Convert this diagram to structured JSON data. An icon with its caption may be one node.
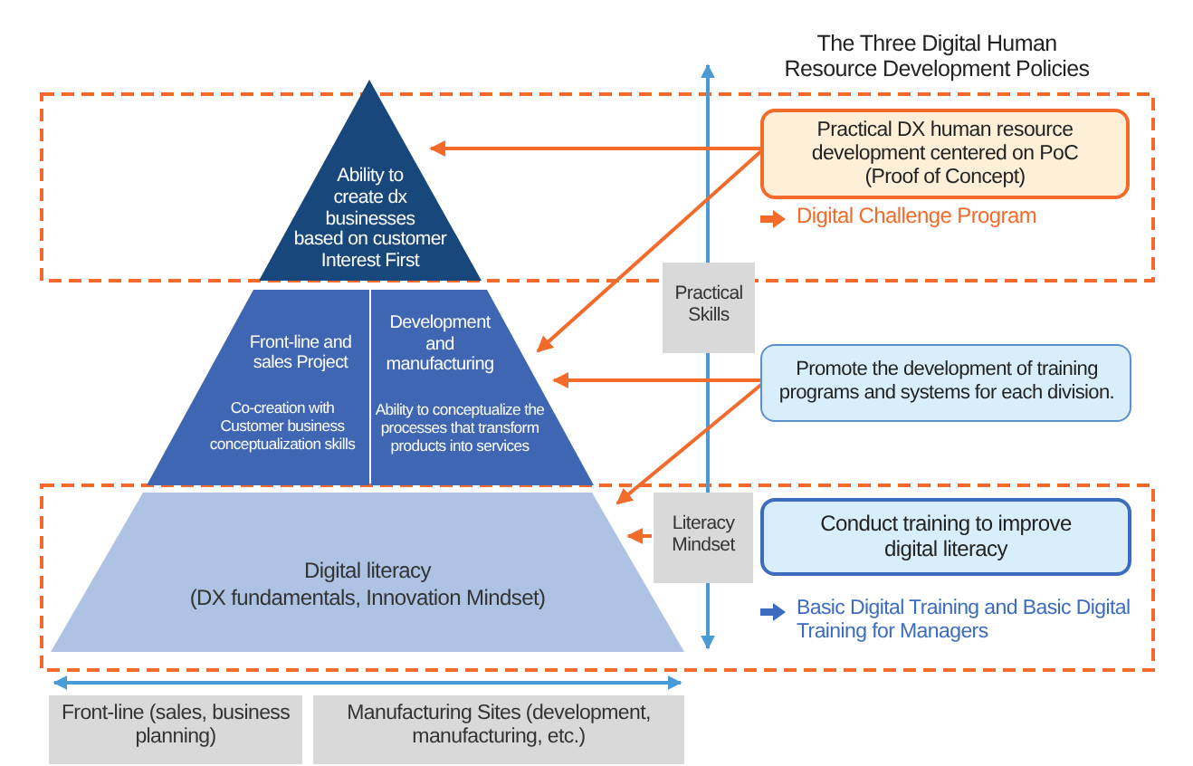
{
  "diagram": {
    "title": "The Three Digital Human Resource Development Policies",
    "nodes": [
      {
        "text": [
          "Ability to create dx businesses based on customer Interest First"
        ]
      },
      {
        "text": [
          "Front-line and sales Project",
          "Co-creation with Customer business conceptualization skills"
        ]
      },
      {
        "text": [
          "Development and manufacturing",
          "Ability to conceptualize the processes that transform products into services"
        ]
      },
      {
        "text": [
          "Digital literacy",
          "(DX fundamentals, Innovation Mindset)"
        ]
      },
      {
        "text": [
          "Practical DX human resource development centered on PoC (Proof of Concept)"
        ],
        "beside": [
          "Digital Challenge Program"
        ]
      },
      {
        "text": [
          "Promote the development of training programs and systems for each division."
        ]
      },
      {
        "text": [
          "Conduct training to improve digital literacy"
        ],
        "beside": [
          "Basic Digital Training and Basic Digital Training for Managers"
        ]
      },
      {
        "text": [
          "Practical Skills"
        ]
      },
      {
        "text": [
          "Literacy Mindset"
        ]
      },
      {
        "text": [
          "Front-line (sales, business planning)"
        ]
      },
      {
        "text": [
          "Manufacturing Sites (development, manufacturing, etc.)"
        ]
      }
    ],
    "edges": [
      {
        "from": 4,
        "to": 0,
        "arrow": "to"
      },
      {
        "from": 4,
        "to": 2,
        "arrow": "to"
      },
      {
        "from": 5,
        "to": 2,
        "arrow": "to"
      },
      {
        "from": 5,
        "to": 3,
        "arrow": "to"
      },
      {
        "from": 8,
        "to": 3,
        "arrow": "to"
      },
      {
        "from": 9,
        "to": 10,
        "arrow": "both",
        "color": "#4a9ad6"
      }
    ]
  }
}
